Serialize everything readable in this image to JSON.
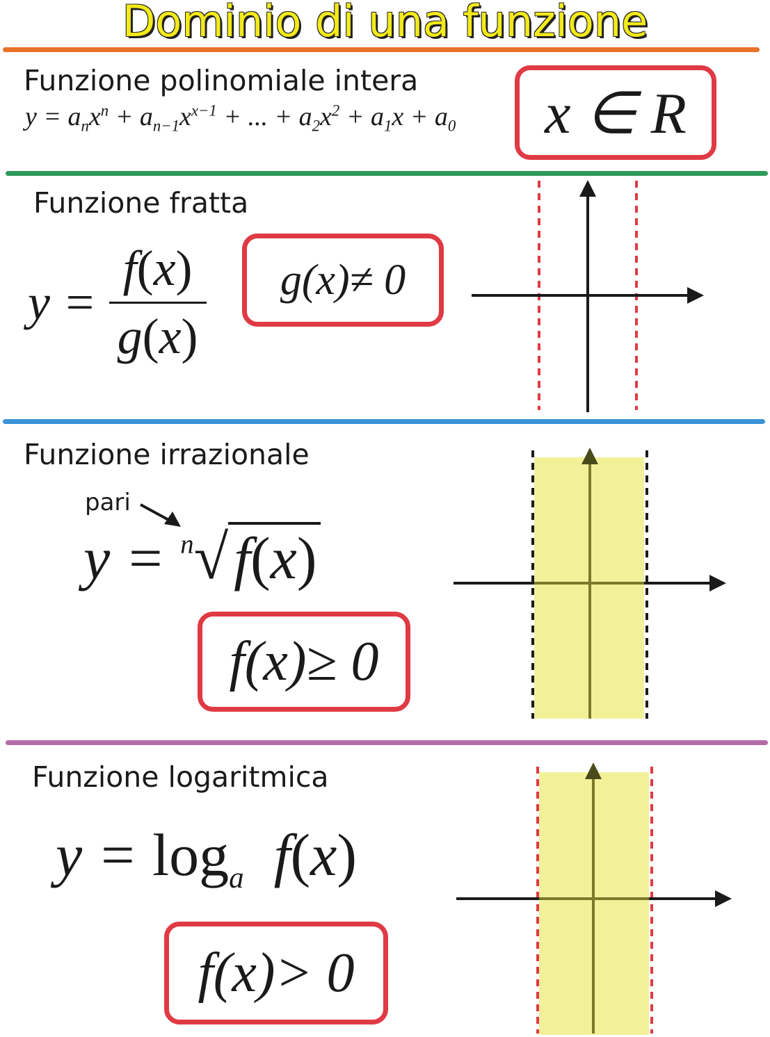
{
  "title": "Dominio di una funzione",
  "sections": [
    {
      "heading": "Funzione polinomiale intera",
      "formula": "y = anxn + an−1xx−1 + ... + a2x2 + a1x + a0",
      "condition": "x ∈ R",
      "rule_color": "#e8722a"
    },
    {
      "heading": "Funzione fratta",
      "formula": "y = f(x) / g(x)",
      "condition": "g(x)≠ 0",
      "rule_color": "#2e9a5a"
    },
    {
      "heading": "Funzione irrazionale",
      "annotation": "pari",
      "formula": "y = n√f(x)",
      "condition": "f(x)≥ 0",
      "rule_color": "#3a93d6"
    },
    {
      "heading": "Funzione logaritmica",
      "formula": "y = loga f(x)",
      "condition": "f(x)> 0",
      "rule_color": "#b56aa8"
    }
  ],
  "colors": {
    "title_fill": "#f3ea1a",
    "box_border": "#e03a44",
    "domain_fill": "#f3f09a",
    "dashed_red": "#e03a44",
    "dashed_black": "#1a1a1a"
  }
}
